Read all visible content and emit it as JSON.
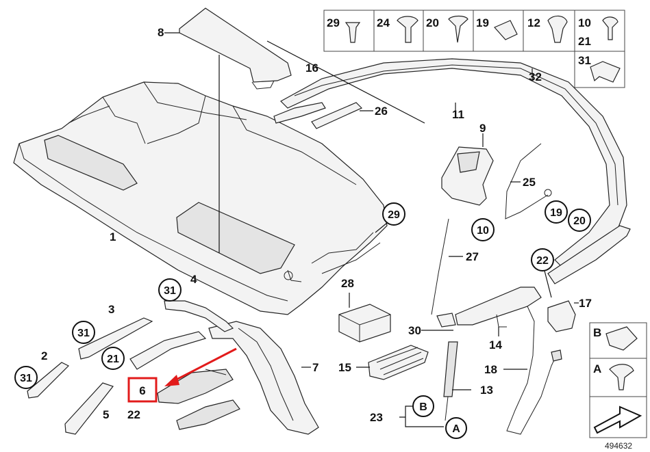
{
  "callouts": {
    "c1": "1",
    "c2": "2",
    "c3": "3",
    "c4": "4",
    "c5": "5",
    "c6": "6",
    "c7": "7",
    "c8": "8",
    "c9": "9",
    "c10": "10",
    "c11": "11",
    "c13": "13",
    "c14": "14",
    "c15": "15",
    "c16": "16",
    "c17": "17",
    "c18": "18",
    "c21": "21",
    "c22": "22",
    "c23": "23",
    "c25": "25",
    "c26": "26",
    "c27": "27",
    "c28": "28",
    "c30": "30",
    "c32": "32"
  },
  "circled": {
    "c29": "29",
    "c31a": "31",
    "c31b": "31",
    "c31c": "31",
    "c21": "21",
    "c10": "10",
    "c19": "19",
    "c20": "20",
    "c22": "22",
    "cB": "B",
    "cA": "A"
  },
  "legend_top": {
    "i29": "29",
    "i24": "24",
    "i20": "20",
    "i19": "19",
    "i12": "12",
    "i10": "10",
    "i21": "21",
    "i31": "31"
  },
  "legend_side": {
    "b": "B",
    "a": "A"
  },
  "highlight": {
    "label": "6",
    "color": "#e21b1b"
  },
  "reference_number": "494632"
}
